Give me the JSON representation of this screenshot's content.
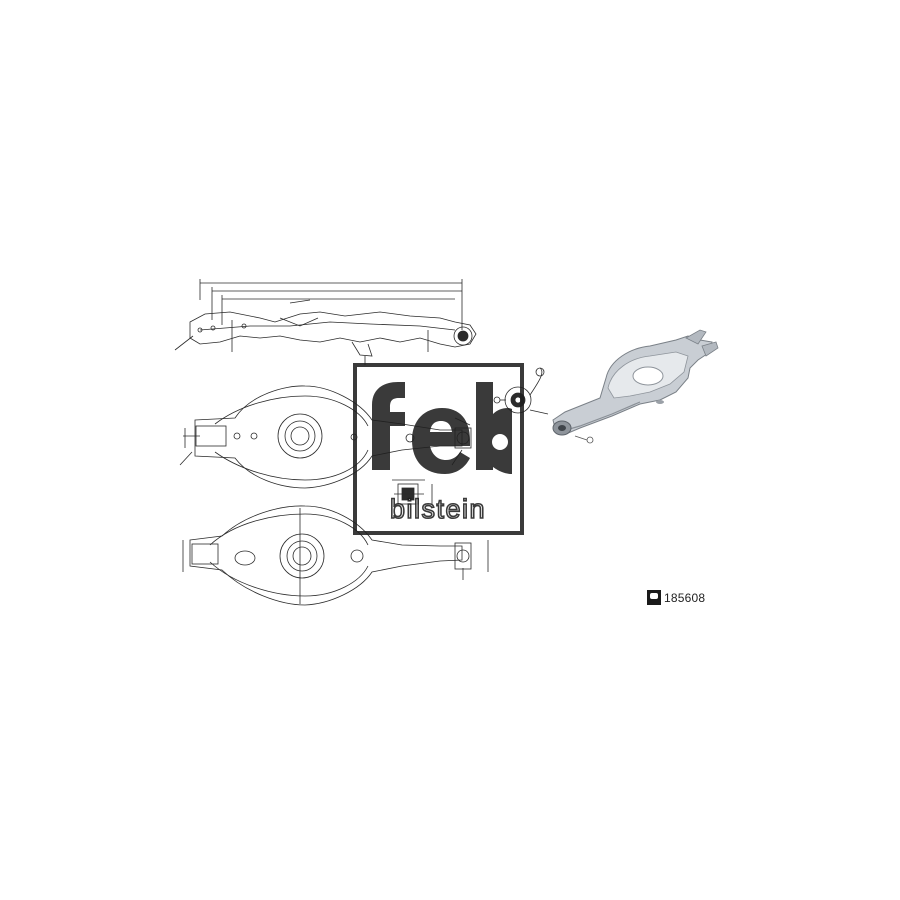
{
  "brand": {
    "name": "febi bilstein",
    "wordmark": "bilstein"
  },
  "article": {
    "number": "185608"
  },
  "colors": {
    "line": "#2b2b2b",
    "watermark": "#1f1f1f",
    "part_light": "#d9dde2",
    "part_mid": "#aeb4bb",
    "part_dark": "#6e747b"
  }
}
